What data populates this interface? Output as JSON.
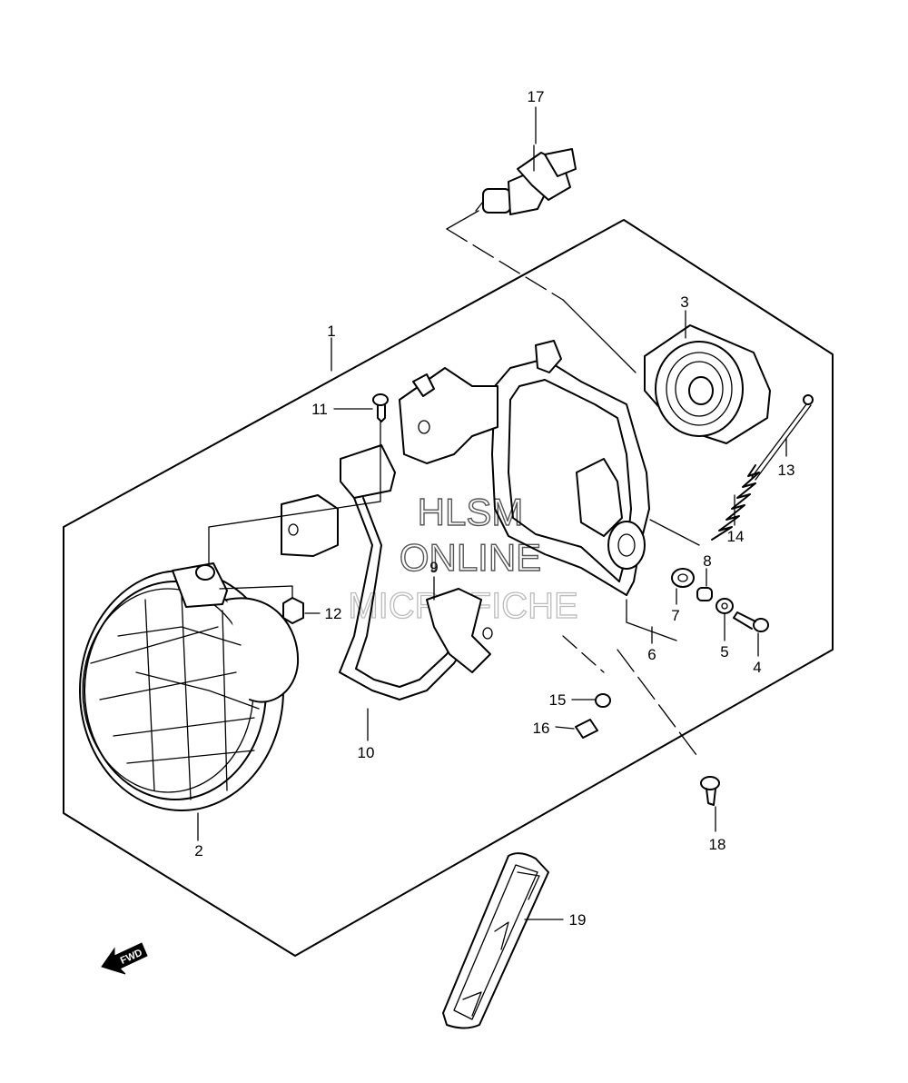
{
  "callouts": [
    {
      "id": "1",
      "label": "1"
    },
    {
      "id": "2",
      "label": "2"
    },
    {
      "id": "3",
      "label": "3"
    },
    {
      "id": "4",
      "label": "4"
    },
    {
      "id": "5",
      "label": "5"
    },
    {
      "id": "6",
      "label": "6"
    },
    {
      "id": "7",
      "label": "7"
    },
    {
      "id": "8",
      "label": "8"
    },
    {
      "id": "9",
      "label": "9"
    },
    {
      "id": "10",
      "label": "10"
    },
    {
      "id": "11",
      "label": "11"
    },
    {
      "id": "12",
      "label": "12"
    },
    {
      "id": "13",
      "label": "13"
    },
    {
      "id": "14",
      "label": "14"
    },
    {
      "id": "15",
      "label": "15"
    },
    {
      "id": "16",
      "label": "16"
    },
    {
      "id": "17",
      "label": "17"
    },
    {
      "id": "18",
      "label": "18"
    },
    {
      "id": "19",
      "label": "19"
    }
  ],
  "watermark": {
    "line1": "HLSM",
    "line2": "ONLINE",
    "line3": "MICROFICHE"
  },
  "direction_arrow": {
    "label": "FWD",
    "icon": "fwd-arrow-icon"
  }
}
